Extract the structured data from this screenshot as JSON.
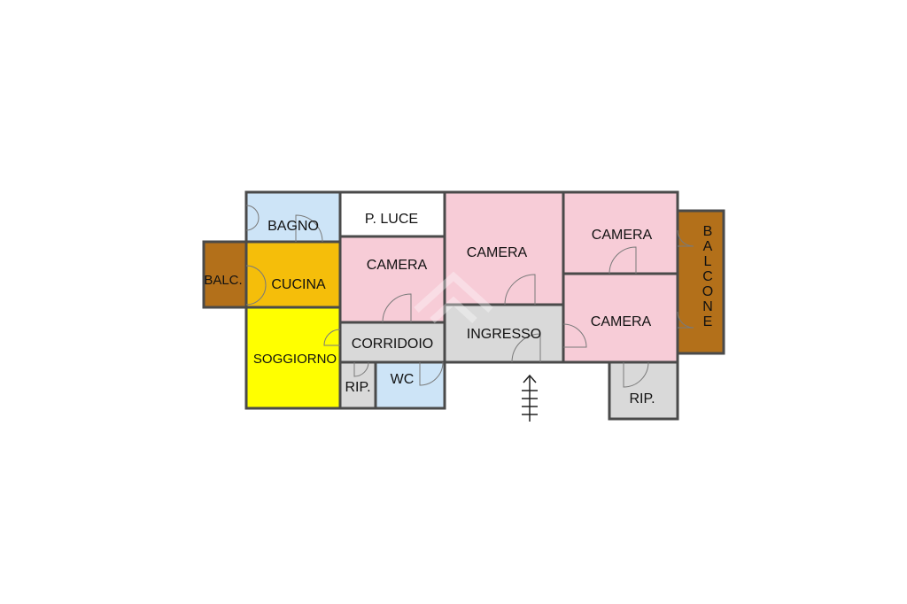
{
  "colors": {
    "wall": "#4a4a4a",
    "balcony": "#b3701a",
    "bathroom": "#cde4f7",
    "kitchen": "#f5be0a",
    "living": "#ffff00",
    "bedroom": "#f7ccd7",
    "hall": "#d9d9d9",
    "utility": "#ffffff"
  },
  "rooms": {
    "bagno": "BAGNO",
    "p_luce": "P. LUCE",
    "camera_1": "CAMERA",
    "camera_2": "CAMERA",
    "camera_3": "CAMERA",
    "camera_4": "CAMERA",
    "balc": "BALC.",
    "cucina": "CUCINA",
    "soggiorno": "SOGGIORNO",
    "corridoio": "CORRIDOIO",
    "ingresso": "INGRESSO",
    "rip_1": "RIP.",
    "wc": "WC",
    "rip_2": "RIP.",
    "balcone": [
      "B",
      "A",
      "L",
      "C",
      "O",
      "N",
      "E"
    ]
  }
}
